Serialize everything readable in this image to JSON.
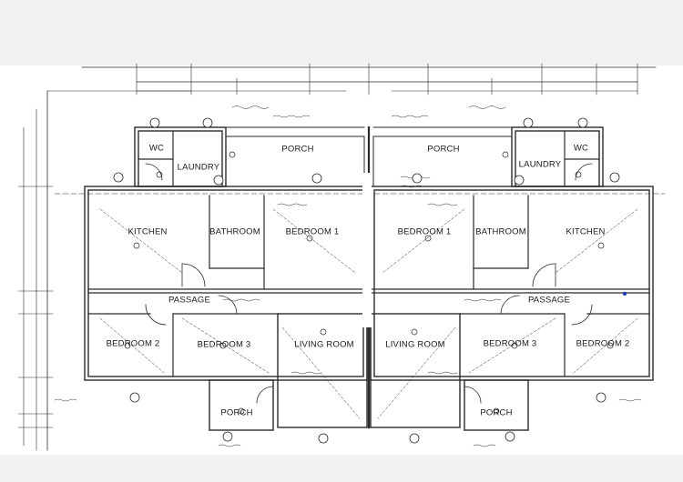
{
  "rooms": [
    {
      "label": "PORCH"
    },
    {
      "label": "PORCH"
    },
    {
      "label": "WC"
    },
    {
      "label": "WC"
    },
    {
      "label": "LAUNDRY"
    },
    {
      "label": "LAUNDRY"
    },
    {
      "label": "KITCHEN"
    },
    {
      "label": "KITCHEN"
    },
    {
      "label": "BATHROOM"
    },
    {
      "label": "BATHROOM"
    },
    {
      "label": "BEDROOM 1"
    },
    {
      "label": "BEDROOM 1"
    },
    {
      "label": "PASSAGE"
    },
    {
      "label": "PASSAGE"
    },
    {
      "label": "BEDROOM 2"
    },
    {
      "label": "BEDROOM 2"
    },
    {
      "label": "BEDROOM 3"
    },
    {
      "label": "BEDROOM 3"
    },
    {
      "label": "LIVING ROOM"
    },
    {
      "label": "LIVING ROOM"
    },
    {
      "label": "PORCH"
    },
    {
      "label": "PORCH"
    }
  ],
  "colors": {
    "paper": "#f2f2f2",
    "drawing_field": "#ffffff",
    "line": "#2a2a2a",
    "blue_mark": "#2040b0"
  }
}
